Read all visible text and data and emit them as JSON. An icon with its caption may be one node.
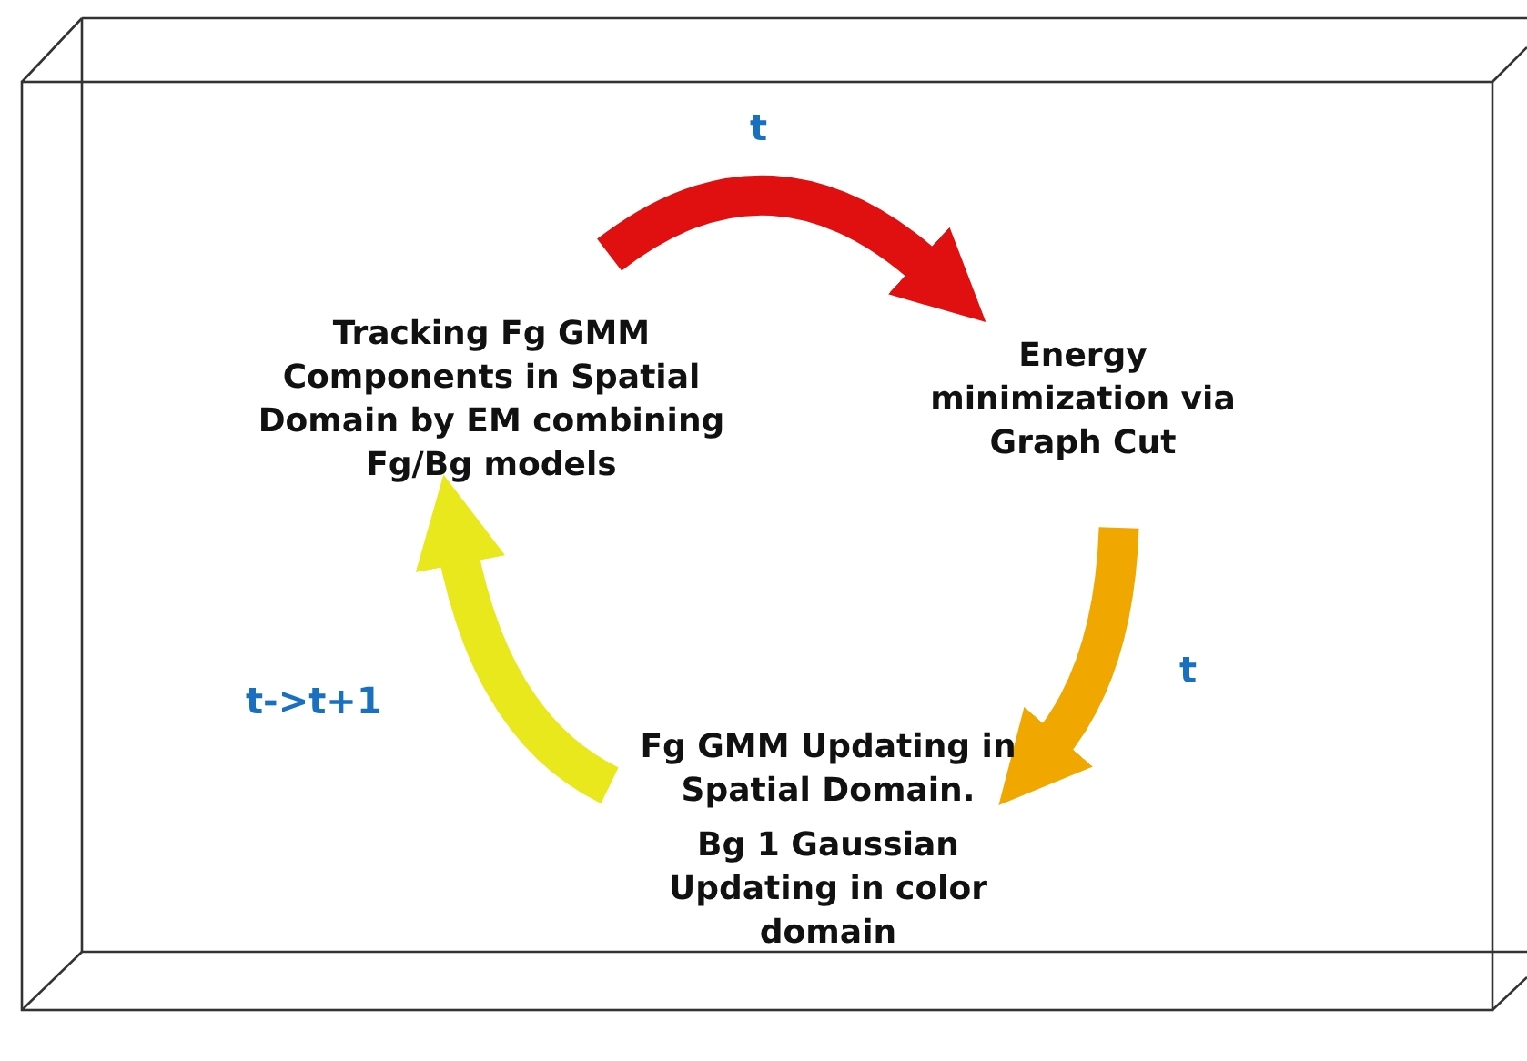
{
  "diagram": {
    "nodes": [
      {
        "text": [
          "Tracking Fg GMM Components in Spatial Domain by EM combining Fg/Bg models"
        ]
      },
      {
        "text": [
          "Energy minimization via Graph Cut"
        ]
      },
      {
        "text": [
          "Fg GMM Updating in Spatial Domain.",
          "Bg 1 Gaussian Updating in color domain"
        ]
      }
    ],
    "edges": [
      {
        "from": 0,
        "to": 1,
        "arrow": "to",
        "label": "t",
        "color": "#e01010"
      },
      {
        "from": 1,
        "to": 2,
        "arrow": "to",
        "label": "t",
        "color": "#f0a800"
      },
      {
        "from": 2,
        "to": 0,
        "arrow": "to",
        "label": "t->t+1",
        "color": "#e8e81c"
      }
    ]
  }
}
